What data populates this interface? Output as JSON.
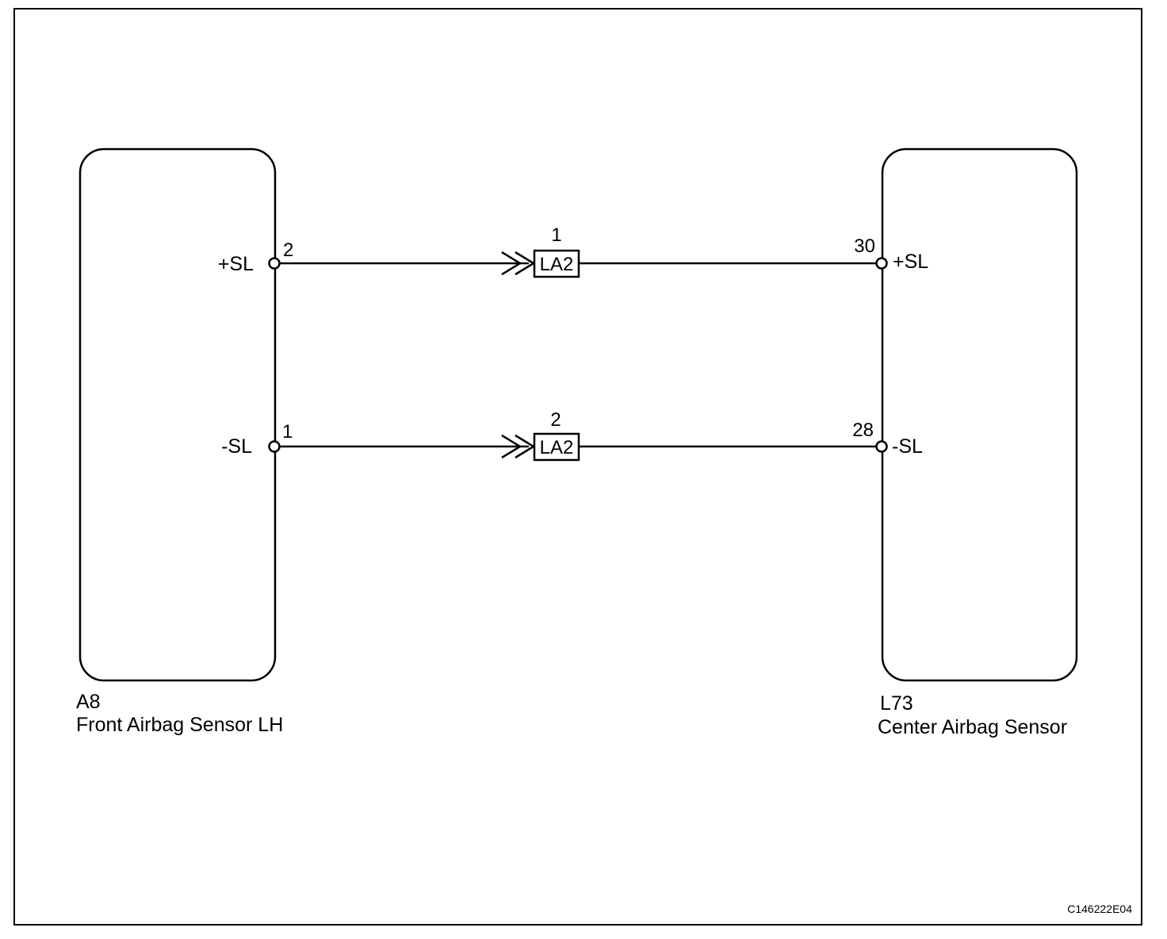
{
  "diagram": {
    "components": {
      "left": {
        "code": "A8",
        "name": "Front Airbag Sensor LH"
      },
      "right": {
        "code": "L73",
        "name": "Center Airbag Sensor"
      }
    },
    "circuits": [
      {
        "signal_left": "+SL",
        "pin_left": "2",
        "connector": "LA2",
        "connector_pin": "1",
        "pin_right": "30",
        "signal_right": "+SL"
      },
      {
        "signal_left": "-SL",
        "pin_left": "1",
        "connector": "LA2",
        "connector_pin": "2",
        "pin_right": "28",
        "signal_right": "-SL"
      }
    ],
    "figure_id": "C146222E04"
  }
}
